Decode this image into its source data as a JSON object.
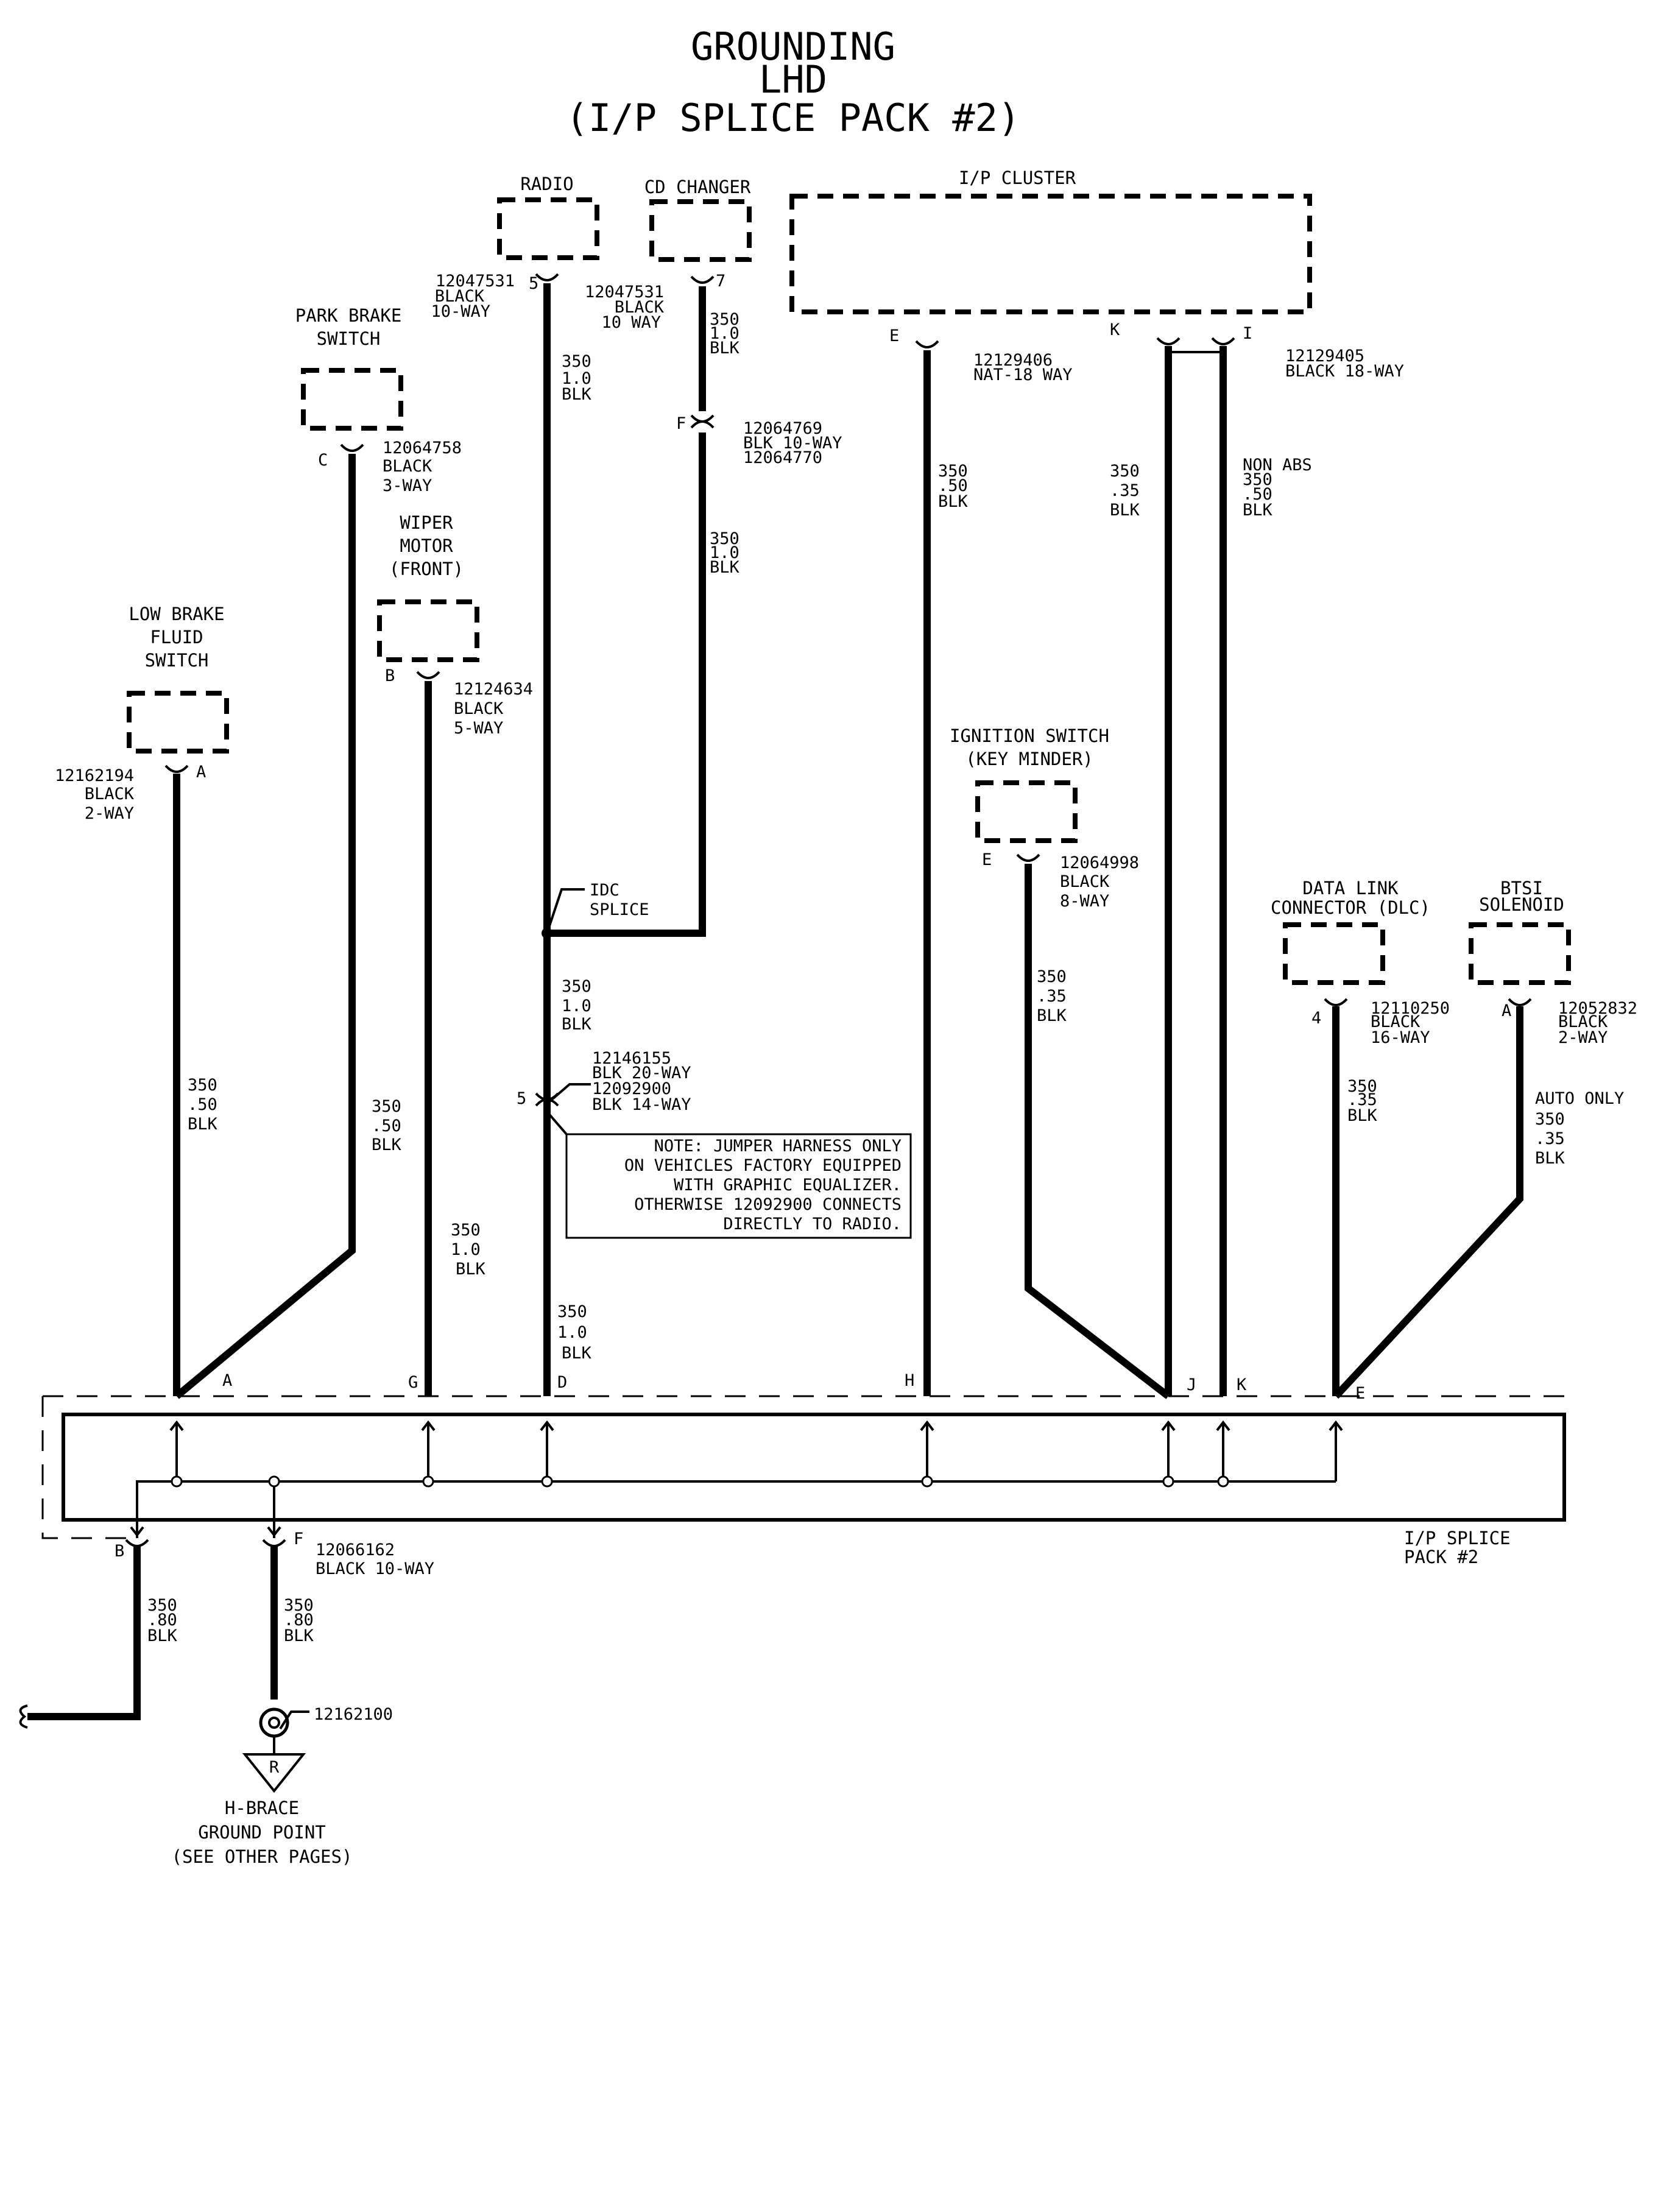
{
  "title": {
    "line1": "GROUNDING",
    "line2": "LHD",
    "line3": "(I/P SPLICE PACK #2)"
  },
  "components": {
    "radio": "RADIO",
    "cd_changer": "CD CHANGER",
    "ip_cluster": "I/P CLUSTER",
    "park_brake": [
      "PARK BRAKE",
      "SWITCH"
    ],
    "wiper_motor": [
      "WIPER",
      "MOTOR",
      "(FRONT)"
    ],
    "low_brake": [
      "LOW BRAKE",
      "FLUID",
      "SWITCH"
    ],
    "ignition": [
      "IGNITION SWITCH",
      "(KEY MINDER)"
    ],
    "dlc": [
      "DATA LINK",
      "CONNECTOR (DLC)"
    ],
    "btsi": [
      "BTSI",
      "SOLENOID"
    ],
    "splice_pack": [
      "I/P SPLICE",
      "PACK #2"
    ],
    "ground": [
      "H-BRACE",
      "GROUND POINT",
      "(SEE OTHER PAGES)"
    ],
    "idc_splice": [
      "IDC",
      "SPLICE"
    ]
  },
  "connectors": {
    "radio": [
      "12047531",
      "BLACK",
      "10-WAY"
    ],
    "cd": [
      "12047531",
      "BLACK",
      "10 WAY"
    ],
    "cd_inline": [
      "12064769",
      "BLK 10-WAY",
      "12064770"
    ],
    "cluster_e": [
      "12129406",
      "NAT-18 WAY"
    ],
    "cluster_i": [
      "12129405",
      "BLACK 18-WAY"
    ],
    "park": [
      "12064758",
      "BLACK",
      "3-WAY"
    ],
    "wiper": [
      "12124634",
      "BLACK",
      "5-WAY"
    ],
    "lowbrake": [
      "12162194",
      "BLACK",
      "2-WAY"
    ],
    "ign": [
      "12064998",
      "BLACK",
      "8-WAY"
    ],
    "dlc": [
      "12110250",
      "BLACK",
      "16-WAY"
    ],
    "btsi": [
      "12052832",
      "BLACK",
      "2-WAY"
    ],
    "inline5": [
      "12146155",
      "BLK 20-WAY",
      "12092900",
      "BLK 14-WAY"
    ],
    "pack_f": [
      "12066162",
      "BLACK 10-WAY"
    ],
    "ground": "12162100"
  },
  "pins": {
    "radio": "5",
    "cd": "7",
    "cd_inline": "F",
    "cluster_e": "E",
    "cluster_k": "K",
    "cluster_i": "I",
    "park": "C",
    "wiper": "B",
    "lowbrake": "A",
    "ign": "E",
    "dlc": "4",
    "btsi": "A",
    "inline5": "5",
    "pack_a": "A",
    "pack_g": "G",
    "pack_d": "D",
    "pack_h": "H",
    "pack_j": "J",
    "pack_k": "K",
    "pack_e": "E",
    "pack_b": "B",
    "pack_f": "F",
    "ground_r": "R"
  },
  "wires": {
    "radio_upper": [
      "350",
      "1.0",
      "BLK"
    ],
    "cd_upper": [
      "350",
      "1.0",
      "BLK"
    ],
    "cd_lower": [
      "350",
      "1.0",
      "BLK"
    ],
    "cluster_e": [
      "350",
      ".50",
      "BLK"
    ],
    "cluster_k": [
      "350",
      ".35",
      "BLK"
    ],
    "cluster_i": [
      "NON ABS",
      "350",
      ".50",
      "BLK"
    ],
    "splice_mid": [
      "350",
      "1.0",
      "BLK"
    ],
    "lowbrake": [
      "350",
      ".50",
      "BLK"
    ],
    "park": [
      "350",
      ".50",
      "BLK"
    ],
    "wiper": [
      "350",
      "1.0",
      "BLK"
    ],
    "radio_lower": [
      "350",
      "1.0",
      "BLK"
    ],
    "ign": [
      "350",
      ".35",
      "BLK"
    ],
    "dlc": [
      "350",
      ".35",
      "BLK"
    ],
    "btsi": [
      "AUTO ONLY",
      "350",
      ".35",
      "BLK"
    ],
    "pack_b": [
      "350",
      ".80",
      "BLK"
    ],
    "pack_f": [
      "350",
      ".80",
      "BLK"
    ]
  },
  "note": [
    "NOTE: JUMPER HARNESS ONLY",
    "ON VEHICLES FACTORY EQUIPPED",
    "WITH GRAPHIC EQUALIZER.",
    "OTHERWISE 12092900 CONNECTS",
    "DIRECTLY TO RADIO."
  ]
}
